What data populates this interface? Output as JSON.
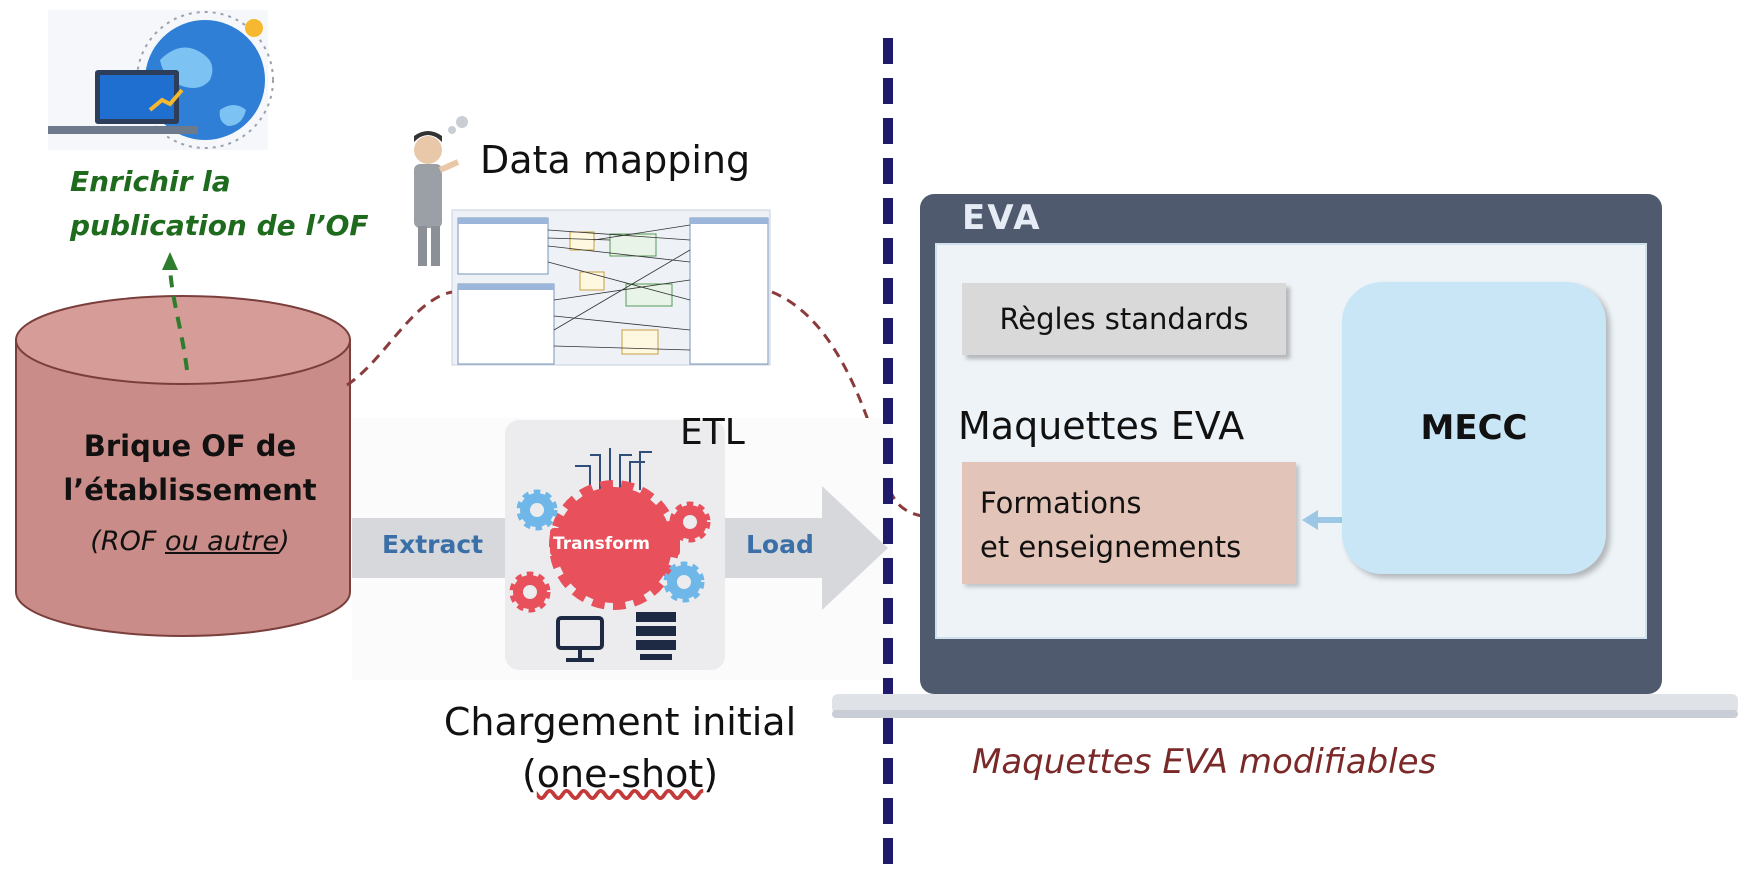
{
  "enrich": {
    "line1": "Enrichir la",
    "line2": "publication de l’OF"
  },
  "data_mapping": {
    "title": "Data mapping"
  },
  "database": {
    "title": "Brique OF de l’établissement",
    "subtitle_open": "(ROF ",
    "subtitle_link": "ou autre",
    "subtitle_close": ")",
    "color": "#c98c88"
  },
  "etl": {
    "label": "ETL",
    "extract": "Extract",
    "transform": "Transform",
    "load": "Load"
  },
  "initial_load": {
    "line1": "Chargement initial",
    "line2_open": "(",
    "line2_link": "one-shot",
    "line2_close": ")"
  },
  "eva": {
    "title": "EVA",
    "rules": "Règles standards",
    "maquettes": "Maquettes EVA",
    "formations_line1": "Formations",
    "formations_line2": "et enseignements",
    "mecc": "MECC",
    "caption": "Maquettes EVA modifiables"
  },
  "colors": {
    "divider": "#1f1a6b",
    "laptop_frame": "#4f5a6e",
    "connector": "#8b3b3b",
    "enrich_arrow": "#2e7d2e",
    "etl_text": "#3b6fa8",
    "transform_gear": "#e8505b"
  },
  "icons": [
    "globe-laptop-icon",
    "thinking-person-icon",
    "mapping-screenshot-icon",
    "gear-icon",
    "server-icon",
    "computer-icon",
    "check-badge-icon"
  ]
}
